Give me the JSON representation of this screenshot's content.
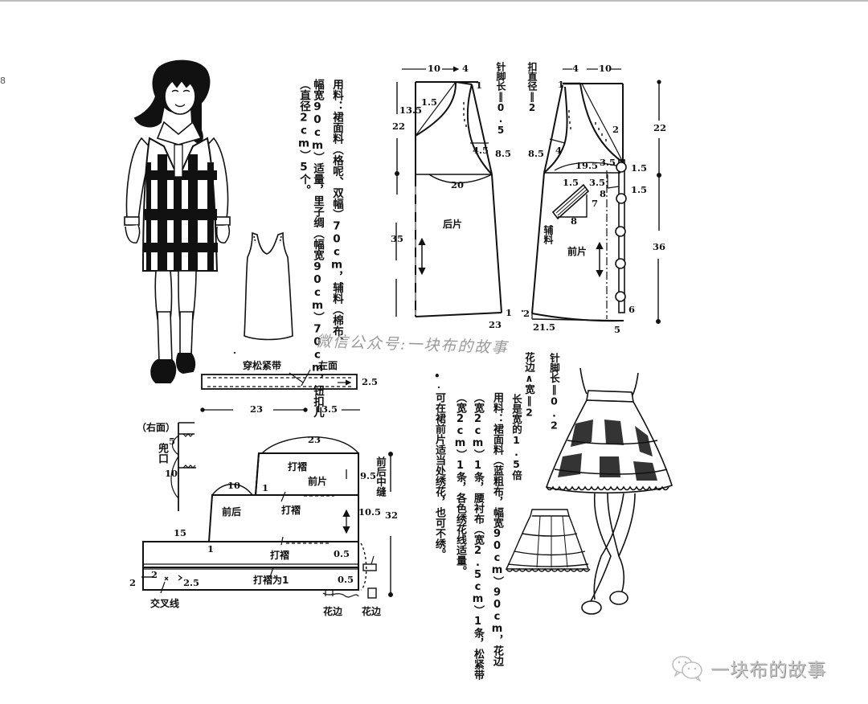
{
  "page": {
    "edge_mark": "8",
    "watermark": "微信公众号:一块布的故事",
    "brand": {
      "icon": "wechat-icon",
      "text": "一块布的故事"
    }
  },
  "jumper_dress": {
    "materials_col1": "用料：裙面料（格呢、双幅）70cm，辅料（棉布、",
    "materials_col2": "幅宽90cm）适量，里子绸（幅宽90cm）70cm，钮扣儿",
    "materials_col3": "（直径2cm）5个。",
    "back_piece": {
      "label": "后片",
      "dims": {
        "top_left": "10",
        "top_right": "4",
        "shoulder": "1",
        "neck_drop": "13.5",
        "neck_curve": "1.5",
        "armhole": "4.5",
        "armhole_depth": "8.5",
        "chest": "20",
        "upper_len": "22",
        "lower_len": "35",
        "hem": "23",
        "hem_rise": "1"
      },
      "note_stitch": "针脚长‖0.5"
    },
    "front_piece": {
      "label": "前片",
      "facing_label": "辅料",
      "dims": {
        "top_left": "4",
        "top_right": "10",
        "shoulder": "1",
        "neck_curve": "2",
        "armhole": "4",
        "armhole_depth": "8.5",
        "chest": "19.5",
        "overlap": "3.5",
        "button_gap1": "1.5",
        "button_gap2": "1.5",
        "pocket_offset": "1.5",
        "pocket_top": "3.5",
        "pocket_w": "8",
        "pocket_h": "7",
        "pocket_bottom": "8",
        "upper_len": "22",
        "lower_len": "36",
        "hem": "21.5",
        "hem_rise": "2",
        "front_ext": "5",
        "hem_corner": "6"
      },
      "note_button": "扣直径‖2"
    }
  },
  "skirt": {
    "waistband_label": "穿松紧带",
    "waistband_side": "左面",
    "waistband_width": "2.5",
    "waistband_len_a": "23",
    "waistband_len_b": "13.5",
    "placket": {
      "side": "（右面）",
      "label": "兜口",
      "d1": "5",
      "d2": "10"
    },
    "tiers": {
      "top_arc": "23",
      "top_label": "前片",
      "pleat": "打褶",
      "mid_label": "前后",
      "mid_arc": "10",
      "mid_offset": "1",
      "bottom_offset": "15",
      "bottom_mark": "1",
      "pleat_as_1": "打褶为1",
      "d_top": "9.5",
      "d_mid": "10.5",
      "total": "32",
      "center_seam": "前后中缝",
      "hem_a": "0.5",
      "hem_b": "0.5",
      "left_a": "2",
      "left_b": "2",
      "left_c": "2.5",
      "cross_stitch": "交叉线",
      "lace_1": "花边",
      "lace_2": "花边"
    },
    "note_lace": "花边∧宽‖2",
    "note_lace2": "长是宽的1.5倍",
    "note_stitch": "针脚长‖0.2",
    "materials_col1": "用料：裙面料（蓝粗布，幅宽90cm）90cm，花边",
    "materials_col2": "（宽2cm）1条，腰衬布（宽2.5cm）1条，松紧带",
    "materials_col3": "（宽2cm）1条，各色绣花线适量。",
    "tip_bullet": "•",
    "tip": "可在裙前片适当处绣花，也可不绣。"
  }
}
